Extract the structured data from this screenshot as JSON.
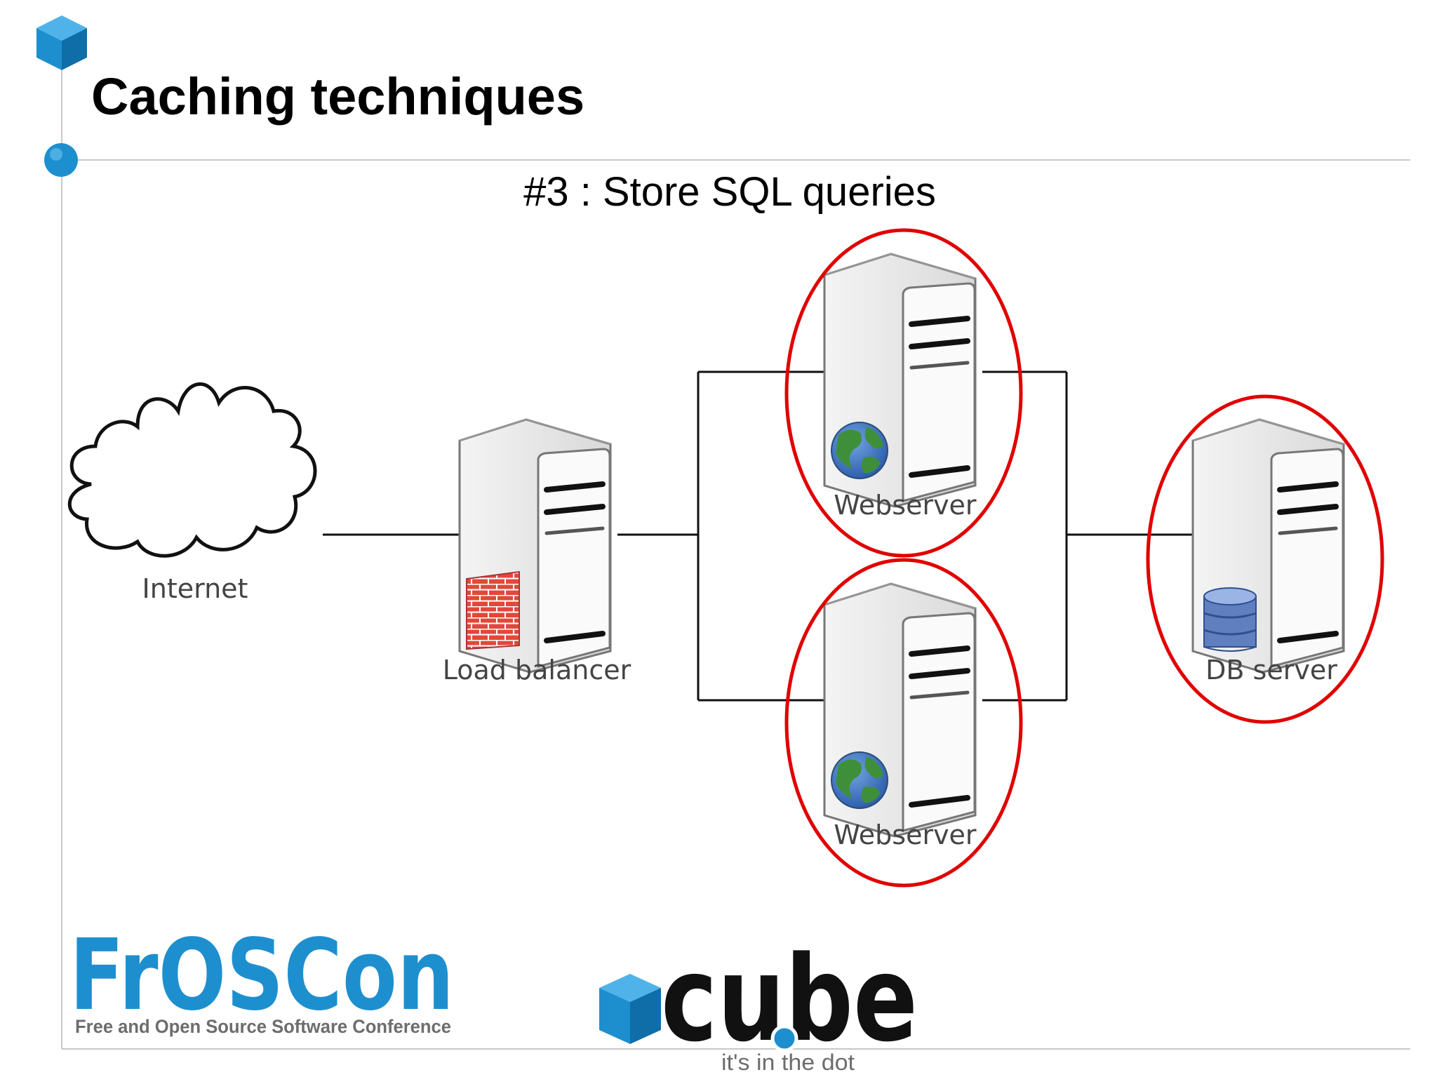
{
  "slide": {
    "title": "Caching techniques",
    "subtitle": "#3 : Store SQL queries"
  },
  "diagram": {
    "nodes": {
      "internet": {
        "label": "Internet",
        "icon": "cloud-icon"
      },
      "load_balancer": {
        "label": "Load balancer",
        "icon": "server-firewall-icon"
      },
      "webserver_1": {
        "label": "Webserver",
        "icon": "server-globe-icon",
        "highlighted": true
      },
      "webserver_2": {
        "label": "Webserver",
        "icon": "server-globe-icon",
        "highlighted": true
      },
      "db_server": {
        "label": "DB server",
        "icon": "server-database-icon",
        "highlighted": true
      }
    },
    "edges": [
      [
        "internet",
        "load_balancer"
      ],
      [
        "load_balancer",
        "webserver_1"
      ],
      [
        "load_balancer",
        "webserver_2"
      ],
      [
        "webserver_1",
        "db_server"
      ],
      [
        "webserver_2",
        "db_server"
      ]
    ],
    "highlight_color": "#e00000"
  },
  "footer": {
    "froscon": {
      "logo_text": "FrOSCon",
      "tagline": "Free and Open Source Software Conference"
    },
    "cube": {
      "logo_text": "cube",
      "tagline": "it's in the dot"
    }
  },
  "colors": {
    "accent_blue": "#1e8fce",
    "rule_gray": "#c8c8c8"
  }
}
